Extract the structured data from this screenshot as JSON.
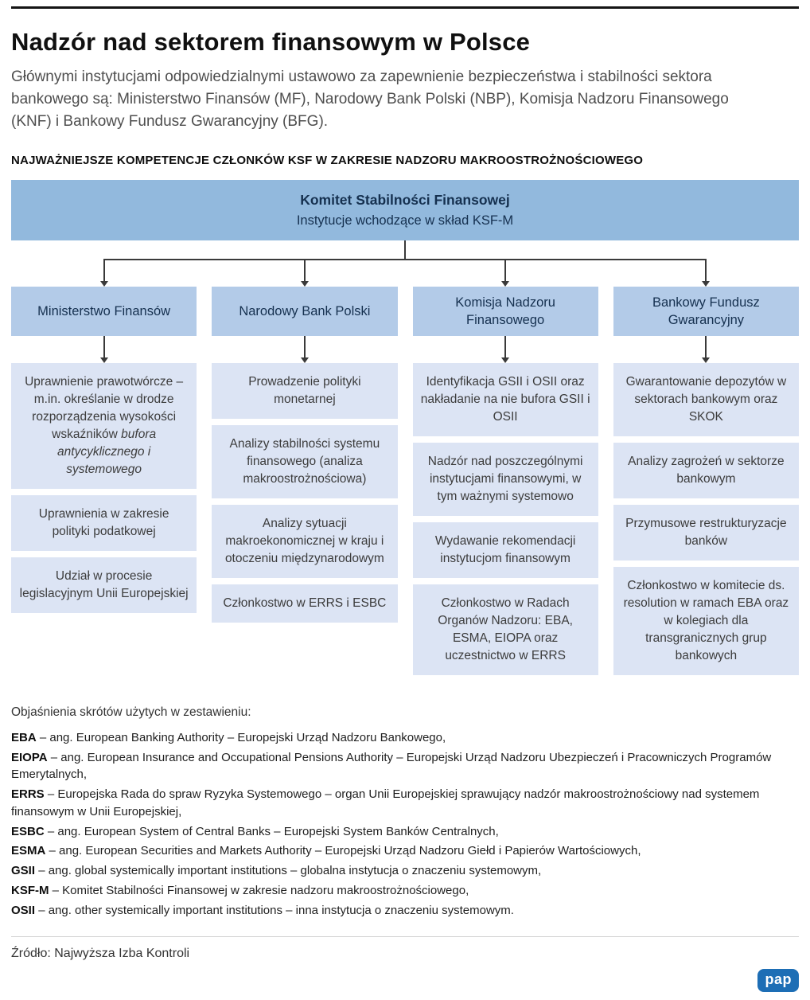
{
  "header": {
    "title": "Nadzór nad sektorem finansowym w Polsce",
    "intro": "Głównymi instytucjami odpowiedzialnymi ustawowo za zapewnienie bezpieczeństwa i stabilności sektora bankowego są: Ministerstwo Finansów (MF), Narodowy Bank Polski (NBP), Komisja Nadzoru Finansowego (KNF) i Bankowy Fundusz Gwarancyjny (BFG).",
    "section": "NAJWAŻNIEJSZE KOMPETENCJE CZŁONKÓW KSF W ZAKRESIE NADZORU MAKROOSTROŻNOŚCIOWEGO"
  },
  "diagram": {
    "root": {
      "title": "Komitet Stabilności Finansowej",
      "subtitle": "Instytucje wchodzące w skład KSF-M"
    },
    "columns": [
      {
        "header": "Ministerstwo Finansów",
        "items": [
          {
            "text": "Uprawnienie prawotwórcze – m.in. określanie w drodze rozporządzenia wysokości wskaźników",
            "em": "bufora antycyklicznego i systemowego"
          },
          {
            "text": "Uprawnienia w zakresie polityki podatkowej"
          },
          {
            "text": "Udział w procesie legislacyjnym Unii Europejskiej"
          }
        ]
      },
      {
        "header": "Narodowy Bank Polski",
        "items": [
          {
            "text": "Prowadzenie polityki monetarnej"
          },
          {
            "text": "Analizy stabilności systemu finansowego (analiza makroostrożnościowa)"
          },
          {
            "text": "Analizy sytuacji makroekonomicznej w kraju i otoczeniu międzynarodowym"
          },
          {
            "text": "Członkostwo w ERRS i ESBC"
          }
        ]
      },
      {
        "header": "Komisja Nadzoru Finansowego",
        "items": [
          {
            "text": "Identyfikacja GSII i OSII oraz nakładanie na nie bufora GSII i OSII"
          },
          {
            "text": "Nadzór nad poszczególnymi instytucjami finansowymi, w tym ważnymi systemowo"
          },
          {
            "text": "Wydawanie rekomendacji instytucjom finansowym"
          },
          {
            "text": "Członkostwo w Radach Organów Nadzoru: EBA, ESMA, EIOPA oraz uczestnictwo w ERRS"
          }
        ]
      },
      {
        "header": "Bankowy Fundusz Gwarancyjny",
        "items": [
          {
            "text": "Gwarantowanie depozytów w sektorach bankowym oraz SKOK"
          },
          {
            "text": "Analizy zagrożeń w sektorze bankowym"
          },
          {
            "text": "Przymusowe restrukturyzacje banków"
          },
          {
            "text": "Członkostwo w komitecie ds. resolution w ramach EBA oraz w kolegiach dla transgranicznych grup bankowych"
          }
        ]
      }
    ]
  },
  "legend": {
    "title": "Objaśnienia skrótów użytych w zestawieniu:",
    "entries": [
      {
        "abbr": "EBA",
        "text": "– ang. European Banking Authority – Europejski Urząd Nadzoru Bankowego,"
      },
      {
        "abbr": "EIOPA",
        "text": "– ang. European Insurance and Occupational Pensions Authority – Europejski Urząd Nadzoru Ubezpieczeń i Pracowniczych Programów Emerytalnych,"
      },
      {
        "abbr": "ERRS",
        "text": "– Europejska Rada do spraw Ryzyka Systemowego – organ Unii Europejskiej sprawujący nadzór makroostrożnościowy nad systemem finansowym w Unii Europejskiej,"
      },
      {
        "abbr": "ESBC",
        "text": "– ang. European System of Central Banks – Europejski System Banków Centralnych,"
      },
      {
        "abbr": "ESMA",
        "text": "– ang. European Securities and Markets Authority – Europejski Urząd Nadzoru Giełd i Papierów Wartościowych,"
      },
      {
        "abbr": "GSII",
        "text": "– ang. global systemically important institutions – globalna instytucja o znaczeniu systemowym,"
      },
      {
        "abbr": "KSF-M",
        "text": "– Komitet Stabilności Finansowej w zakresie nadzoru makroostrożnościowego,"
      },
      {
        "abbr": "OSII",
        "text": "– ang. other systemically important institutions – inna instytucja o znaczeniu systemowym."
      }
    ]
  },
  "footer": {
    "source": "Źródło: Najwyższa Izba Kontroli",
    "logo": "pap"
  },
  "colors": {
    "committee_box": "#92b9dd",
    "institution_header_box": "#b3cbe8",
    "item_box": "#dce4f4",
    "logo_bg": "#1d6eb5"
  }
}
